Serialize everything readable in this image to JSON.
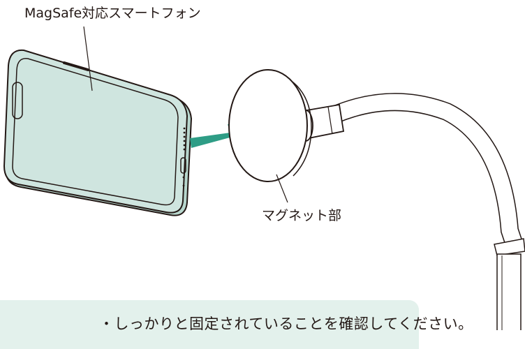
{
  "labels": {
    "phone": "MagSafe対応スマートフォン",
    "magnet": "マグネット部"
  },
  "note": {
    "text": "・しっかりと固定されていることを確認してください。"
  },
  "colors": {
    "phone_screen": "#cfe5df",
    "phone_frame": "#231815",
    "arrow": "#2e9d86",
    "note_background": "#e3f1ec",
    "line": "#231815"
  }
}
